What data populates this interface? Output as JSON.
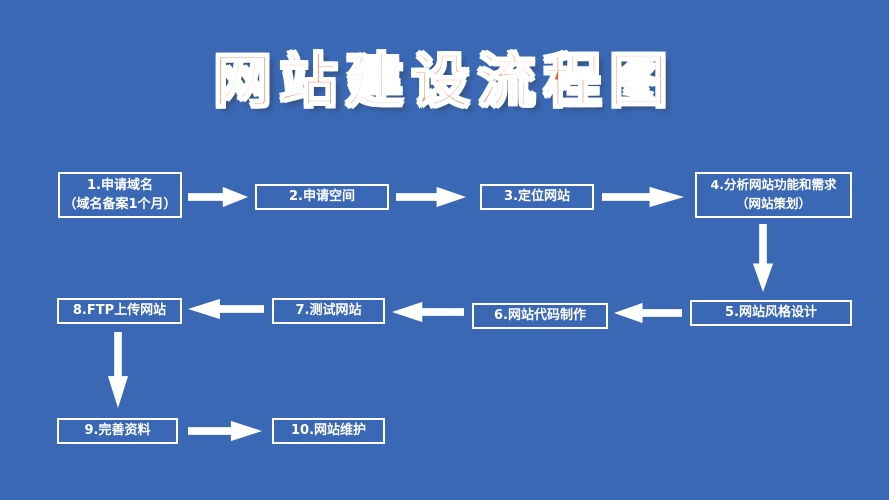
{
  "title": "网站建设流程图",
  "colors": {
    "background": "#3a68b4",
    "title": "#e2622a",
    "box_border": "#ffffff",
    "box_text": "#ffffff",
    "arrow": "#ffffff"
  },
  "nodes": [
    {
      "lines": [
        "1.申请域名",
        "（域名备案1个月）"
      ]
    },
    {
      "lines": [
        "2.申请空间"
      ]
    },
    {
      "lines": [
        "3.定位网站"
      ]
    },
    {
      "lines": [
        "4.分析网站功能和需求",
        "（网站策划）"
      ]
    },
    {
      "lines": [
        "5.网站风格设计"
      ]
    },
    {
      "lines": [
        "6.网站代码制作"
      ]
    },
    {
      "lines": [
        "7.测试网站"
      ]
    },
    {
      "lines": [
        "8.FTP上传网站"
      ]
    },
    {
      "lines": [
        "9.完善资料"
      ]
    },
    {
      "lines": [
        "10.网站维护"
      ]
    }
  ]
}
